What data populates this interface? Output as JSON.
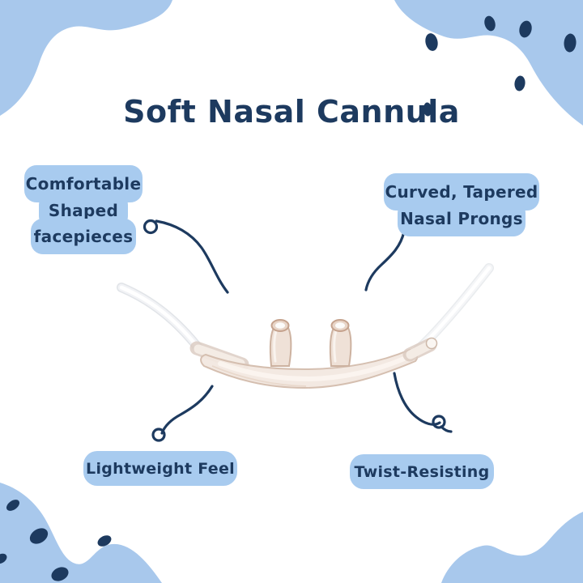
{
  "page": {
    "title": "Soft Nasal Cannula"
  },
  "colors": {
    "background": "#ffffff",
    "blob_blue": "#a8c8ec",
    "bubble_blue": "#a8cbef",
    "navy": "#1d3a5f"
  },
  "callouts": {
    "facepieces": {
      "lines": [
        "Comfortable",
        "Shaped",
        "facepieces"
      ]
    },
    "prongs": {
      "lines": [
        "Curved, Tapered",
        "Nasal Prongs"
      ]
    },
    "lightweight": {
      "label": "Lightweight Feel"
    },
    "twist": {
      "label": "Twist-Resisting"
    }
  },
  "product": {
    "alt": "Soft nasal cannula with curved translucent body, two tapered nasal prongs and clear oxygen tubing"
  }
}
